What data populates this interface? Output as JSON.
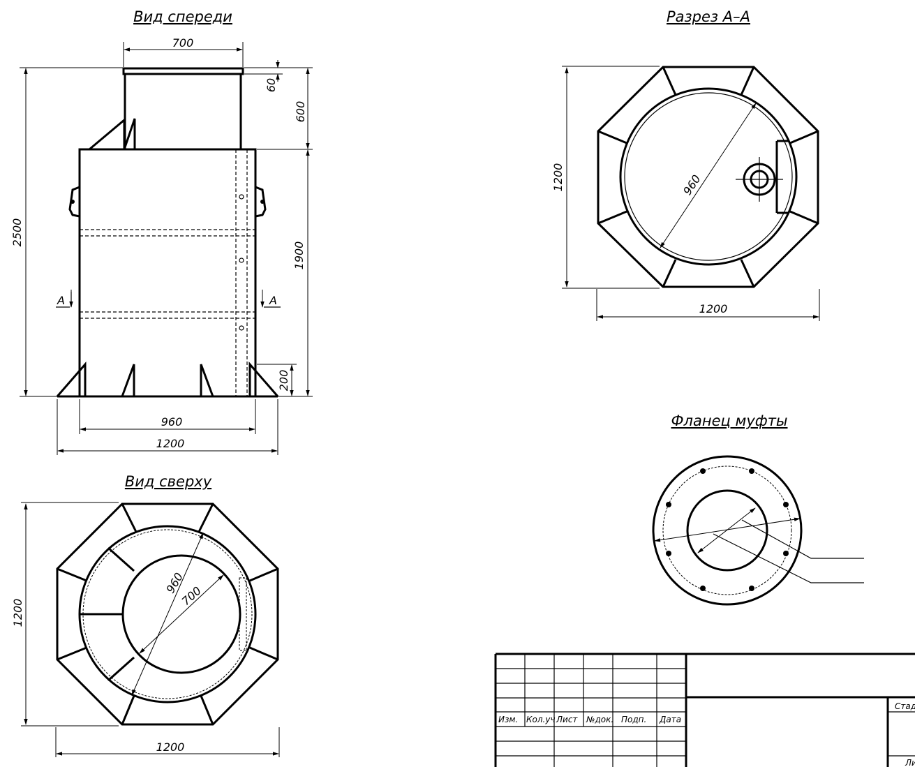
{
  "views": {
    "front_title": "Вид спереди",
    "section_title": "Разрез А–А",
    "top_title": "Вид сверху",
    "flange_title": "Фланец муфты"
  },
  "dimensions": {
    "front": {
      "neck_width": "700",
      "lid_height": "60",
      "neck_height": "600",
      "total_height": "2500",
      "body_height": "1900",
      "leg_height": "200",
      "inner_width": "960",
      "outer_width": "1200",
      "section_mark_left": "А",
      "section_mark_right": "А"
    },
    "section": {
      "height": "1200",
      "width": "1200",
      "diameter": "960"
    },
    "top": {
      "height": "1200",
      "width": "1200",
      "outer_diameter": "960",
      "inner_diameter": "700"
    }
  },
  "title_block": {
    "headers": [
      "Изм.",
      "Кол.уч",
      "Лист",
      "№док.",
      "Подп.",
      "Дата"
    ],
    "stage_label": "Стад",
    "sheet_label": "Ли"
  }
}
